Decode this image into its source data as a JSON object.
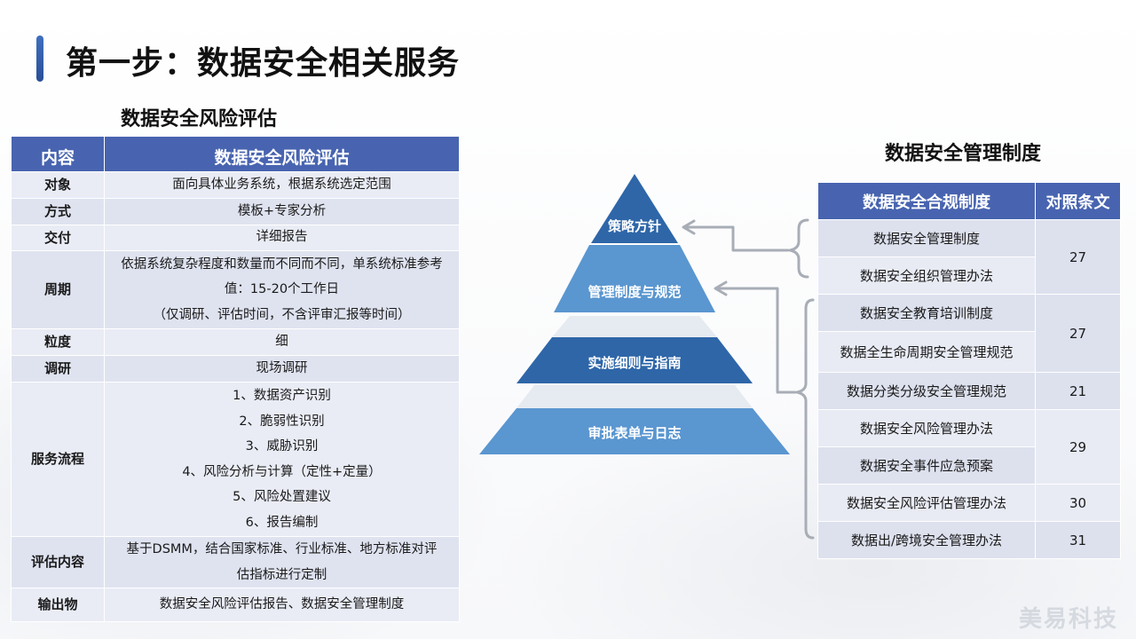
{
  "page": {
    "title": "第一步：数据安全相关服务"
  },
  "left": {
    "heading": "数据安全风险评估",
    "header": {
      "col1": "内容",
      "col2": "数据安全风险评估"
    },
    "rows": [
      {
        "k": "对象",
        "v": "面向具体业务系统，根据系统选定范围"
      },
      {
        "k": "方式",
        "v": "模板+专家分析"
      },
      {
        "k": "交付",
        "v": "详细报告"
      },
      {
        "k": "周期",
        "v1": "依据系统复杂程度和数量而不同而不同，单系统标准参考",
        "v2": "值：15-20个工作日",
        "v3": "（仅调研、评估时间，不含评审汇报等时间）"
      },
      {
        "k": "粒度",
        "v": "细"
      },
      {
        "k": "调研",
        "v": "现场调研"
      },
      {
        "k": "服务流程",
        "steps": [
          "1、数据资产识别",
          "2、脆弱性识别",
          "3、威胁识别",
          "4、风险分析与计算（定性+定量）",
          "5、风险处置建议",
          "6、报告编制"
        ]
      },
      {
        "k": "评估内容",
        "v1": "基于DSMM，结合国家标准、行业标准、地方标准对评",
        "v2": "估指标进行定制"
      },
      {
        "k": "输出物",
        "v": "数据安全风险评估报告、数据安全管理制度"
      }
    ]
  },
  "pyramid": {
    "levels": [
      "策略方针",
      "管理制度与规范",
      "实施细则与指南",
      "审批表单与日志"
    ],
    "colors": [
      "#2e66a8",
      "#5a96d0",
      "#2e66a8",
      "#5a96d0"
    ]
  },
  "right": {
    "heading": "数据安全管理制度",
    "header": {
      "col1": "数据安全合规制度",
      "col2": "对照条文"
    },
    "rows": [
      {
        "name": "数据安全管理制度",
        "ref": "27"
      },
      {
        "name": "数据安全组织管理办法",
        "ref": ""
      },
      {
        "name": "数据安全教育培训制度",
        "ref": "27"
      },
      {
        "name": "数据全生命周期安全管理规范",
        "ref": ""
      },
      {
        "name": "数据分类分级安全管理规范",
        "ref": "21"
      },
      {
        "name": "数据安全风险管理办法",
        "ref": "29"
      },
      {
        "name": "数据安全事件应急预案",
        "ref": ""
      },
      {
        "name": "数据安全风险评估管理办法",
        "ref": "30"
      },
      {
        "name": "数据出/跨境安全管理办法",
        "ref": "31"
      }
    ]
  },
  "watermark": "美易科技"
}
